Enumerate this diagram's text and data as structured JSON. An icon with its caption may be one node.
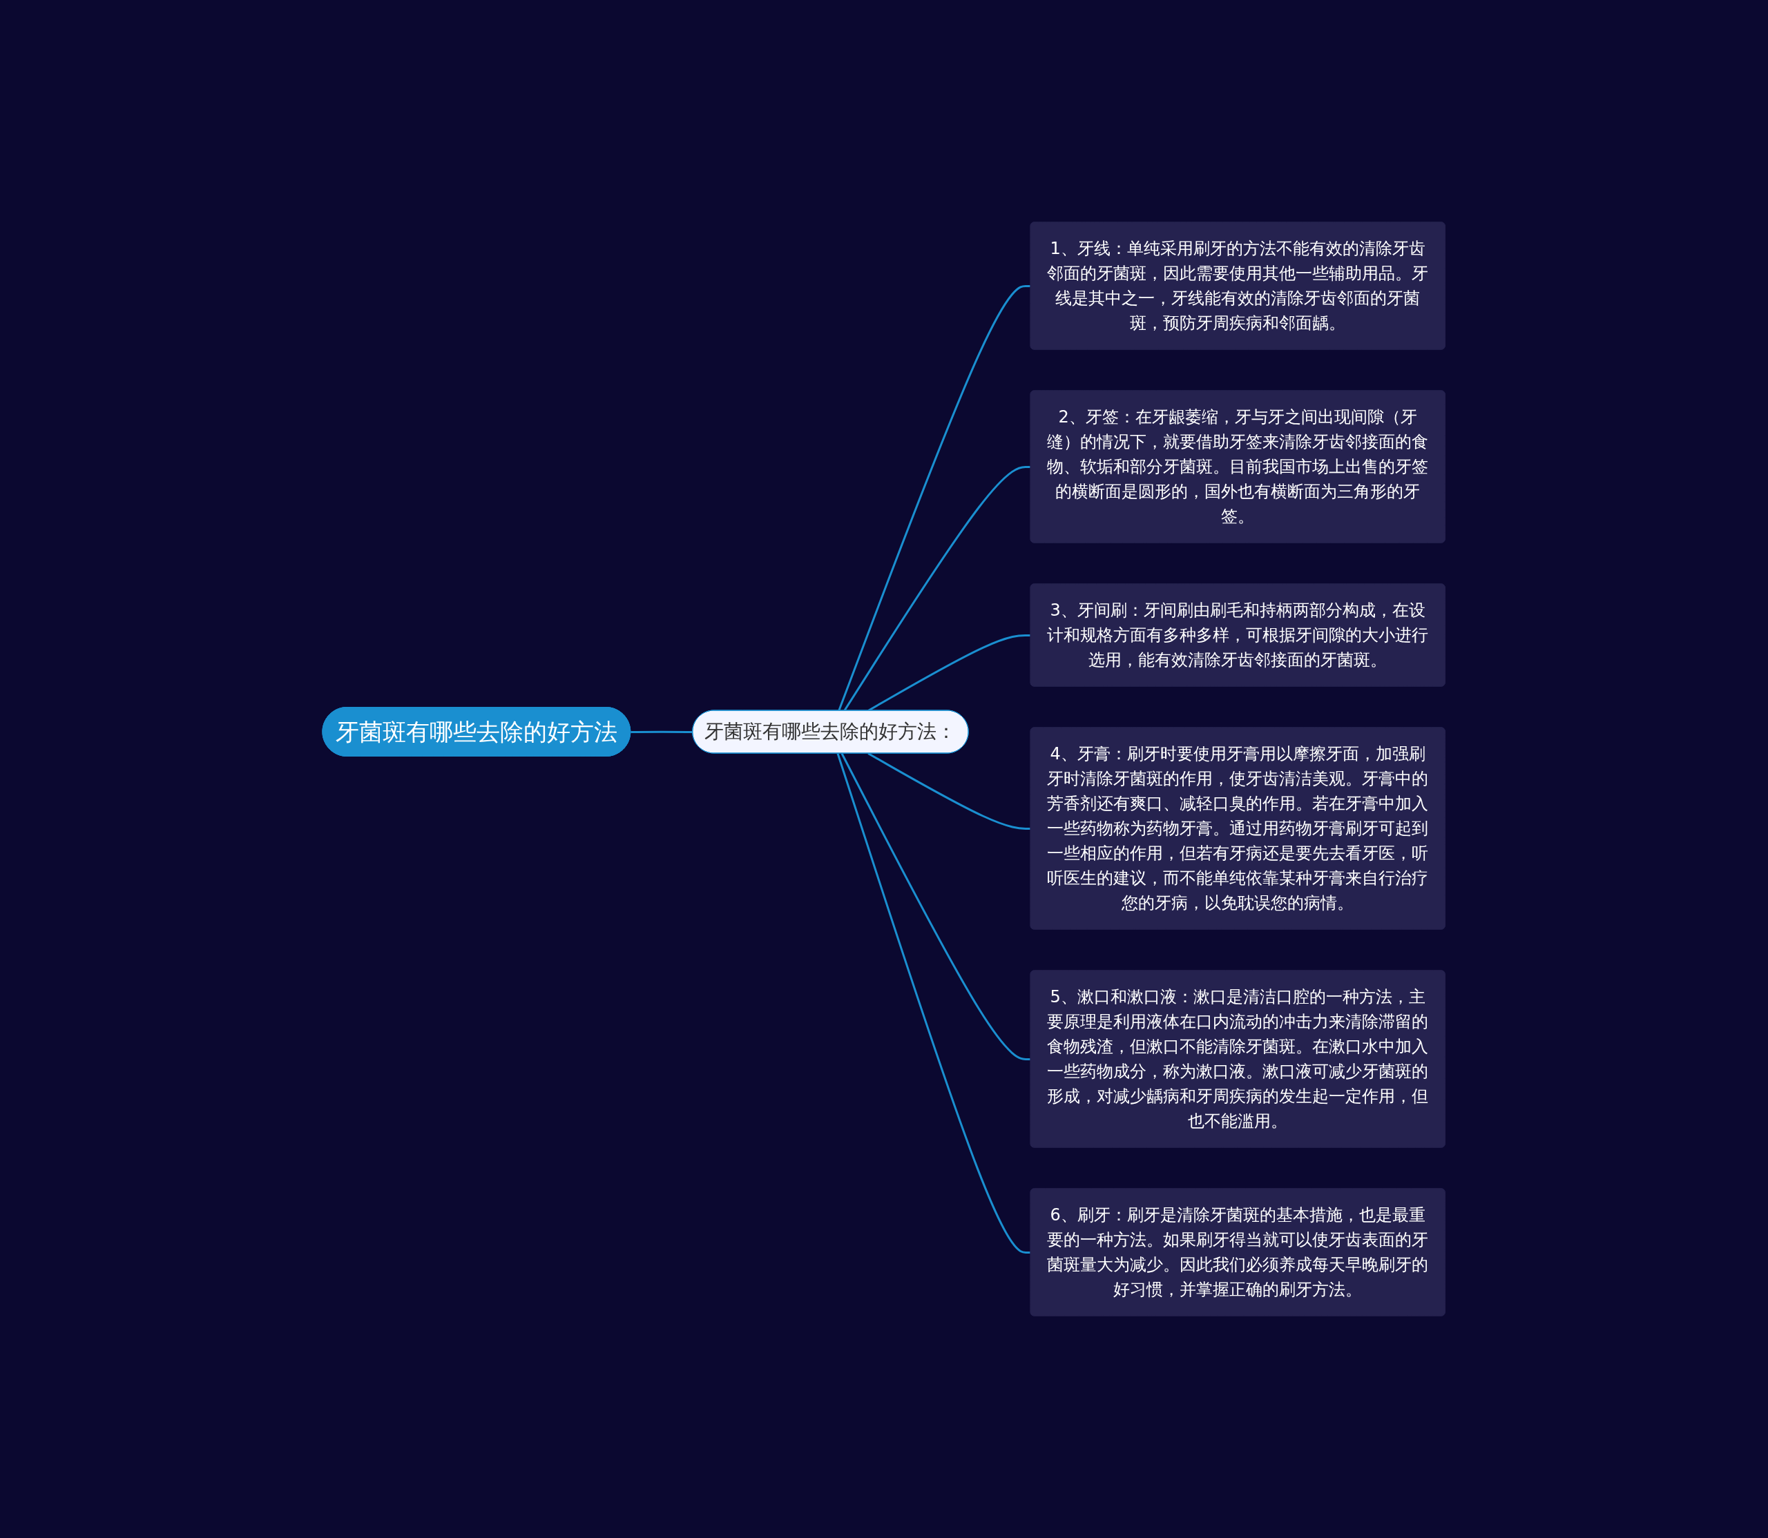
{
  "diagram": {
    "nodes": [
      {
        "text": [
          "牙菌斑有哪些去除的好方法"
        ]
      },
      {
        "text": [
          "牙菌斑有哪些去除的好方法："
        ]
      },
      {
        "text": [
          "1、牙线：单纯采用刷牙的方法不能有效的清除牙齿邻面的牙菌斑，因此需要使用其他一些辅助用品。牙线是其中之一，牙线能有效的清除牙齿邻面的牙菌斑，预防牙周疾病和邻面龋。"
        ]
      },
      {
        "text": [
          "2、牙签：在牙龈萎缩，牙与牙之间出现间隙（牙缝）的情况下，就要借助牙签来清除牙齿邻接面的食物、软垢和部分牙菌斑。目前我国市场上出售的牙签的横断面是圆形的，国外也有横断面为三角形的牙签。"
        ]
      },
      {
        "text": [
          "3、牙间刷：牙间刷由刷毛和持柄两部分构成，在设计和规格方面有多种多样，可根据牙间隙的大小进行选用，能有效清除牙齿邻接面的牙菌斑。"
        ]
      },
      {
        "text": [
          "4、牙膏：刷牙时要使用牙膏用以摩擦牙面，加强刷牙时清除牙菌斑的作用，使牙齿清洁美观。牙膏中的芳香剂还有爽口、减轻口臭的作用。若在牙膏中加入一些药物称为药物牙膏。通过用药物牙膏刷牙可起到一些相应的作用，但若有牙病还是要先去看牙医，听听医生的建议，而不能单纯依靠某种牙膏来自行治疗您的牙病，以免耽误您的病情。"
        ]
      },
      {
        "text": [
          "5、漱口和漱口液：漱口是清洁口腔的一种方法，主要原理是利用液体在口内流动的冲击力来清除滞留的食物残渣，但漱口不能清除牙菌斑。在漱口水中加入一些药物成分，称为漱口液。漱口液可减少牙菌斑的形成，对减少龋病和牙周疾病的发生起一定作用，但也不能滥用。"
        ]
      },
      {
        "text": [
          "6、刷牙：刷牙是清除牙菌斑的基本措施，也是最重要的一种方法。如果刷牙得当就可以使牙齿表面的牙菌斑量大为减少。因此我们必须养成每天早晚刷牙的好习惯，并掌握正确的刷牙方法。"
        ]
      }
    ],
    "edges": [
      {
        "from": 0,
        "to": 1,
        "arrow": "none"
      },
      {
        "from": 1,
        "to": 2,
        "arrow": "none"
      },
      {
        "from": 1,
        "to": 3,
        "arrow": "none"
      },
      {
        "from": 1,
        "to": 4,
        "arrow": "none"
      },
      {
        "from": 1,
        "to": 5,
        "arrow": "none"
      },
      {
        "from": 1,
        "to": 6,
        "arrow": "none"
      },
      {
        "from": 1,
        "to": 7,
        "arrow": "none"
      }
    ]
  }
}
